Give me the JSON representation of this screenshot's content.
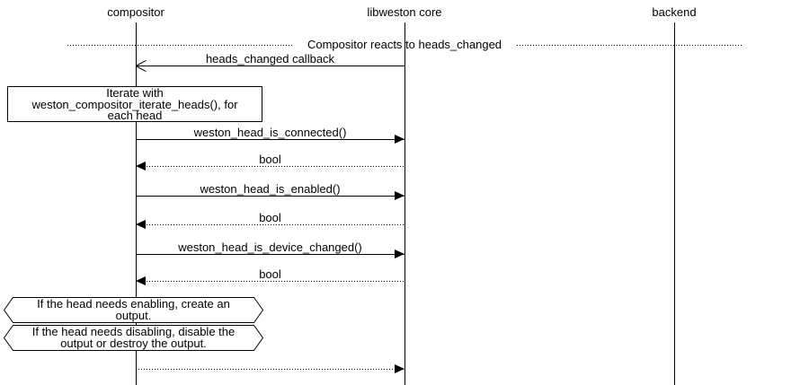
{
  "diagram": {
    "background_color": "#ffffff",
    "line_color": "#000000",
    "divider_title": "Compositor reacts to heads_changed",
    "participants": [
      {
        "name": "compositor"
      },
      {
        "name": "libweston core"
      },
      {
        "name": "backend"
      }
    ],
    "messages": [
      {
        "label": "heads_changed callback",
        "from": "libweston core",
        "to": "compositor",
        "line": "solid",
        "arrowhead": "open"
      },
      {
        "label": "weston_head_is_connected()",
        "from": "compositor",
        "to": "libweston core",
        "line": "solid",
        "arrowhead": "filled"
      },
      {
        "label": "bool",
        "from": "libweston core",
        "to": "compositor",
        "line": "dotted",
        "arrowhead": "filled"
      },
      {
        "label": "weston_head_is_enabled()",
        "from": "compositor",
        "to": "libweston core",
        "line": "solid",
        "arrowhead": "filled"
      },
      {
        "label": "bool",
        "from": "libweston core",
        "to": "compositor",
        "line": "dotted",
        "arrowhead": "filled"
      },
      {
        "label": "weston_head_is_device_changed()",
        "from": "compositor",
        "to": "libweston core",
        "line": "solid",
        "arrowhead": "filled"
      },
      {
        "label": "bool",
        "from": "libweston core",
        "to": "compositor",
        "line": "dotted",
        "arrowhead": "filled"
      },
      {
        "label": "",
        "from": "compositor",
        "to": "libweston core",
        "line": "dotted",
        "arrowhead": "filled"
      }
    ],
    "notes": [
      {
        "shape": "box",
        "lines": [
          "Iterate with",
          "weston_compositor_iterate_heads(), for",
          "each head"
        ]
      },
      {
        "shape": "hexagon",
        "lines": [
          "If the head needs enabling, create an",
          "output."
        ]
      },
      {
        "shape": "hexagon",
        "lines": [
          "If the head needs disabling, disable the",
          "output or destroy the output."
        ]
      }
    ]
  }
}
